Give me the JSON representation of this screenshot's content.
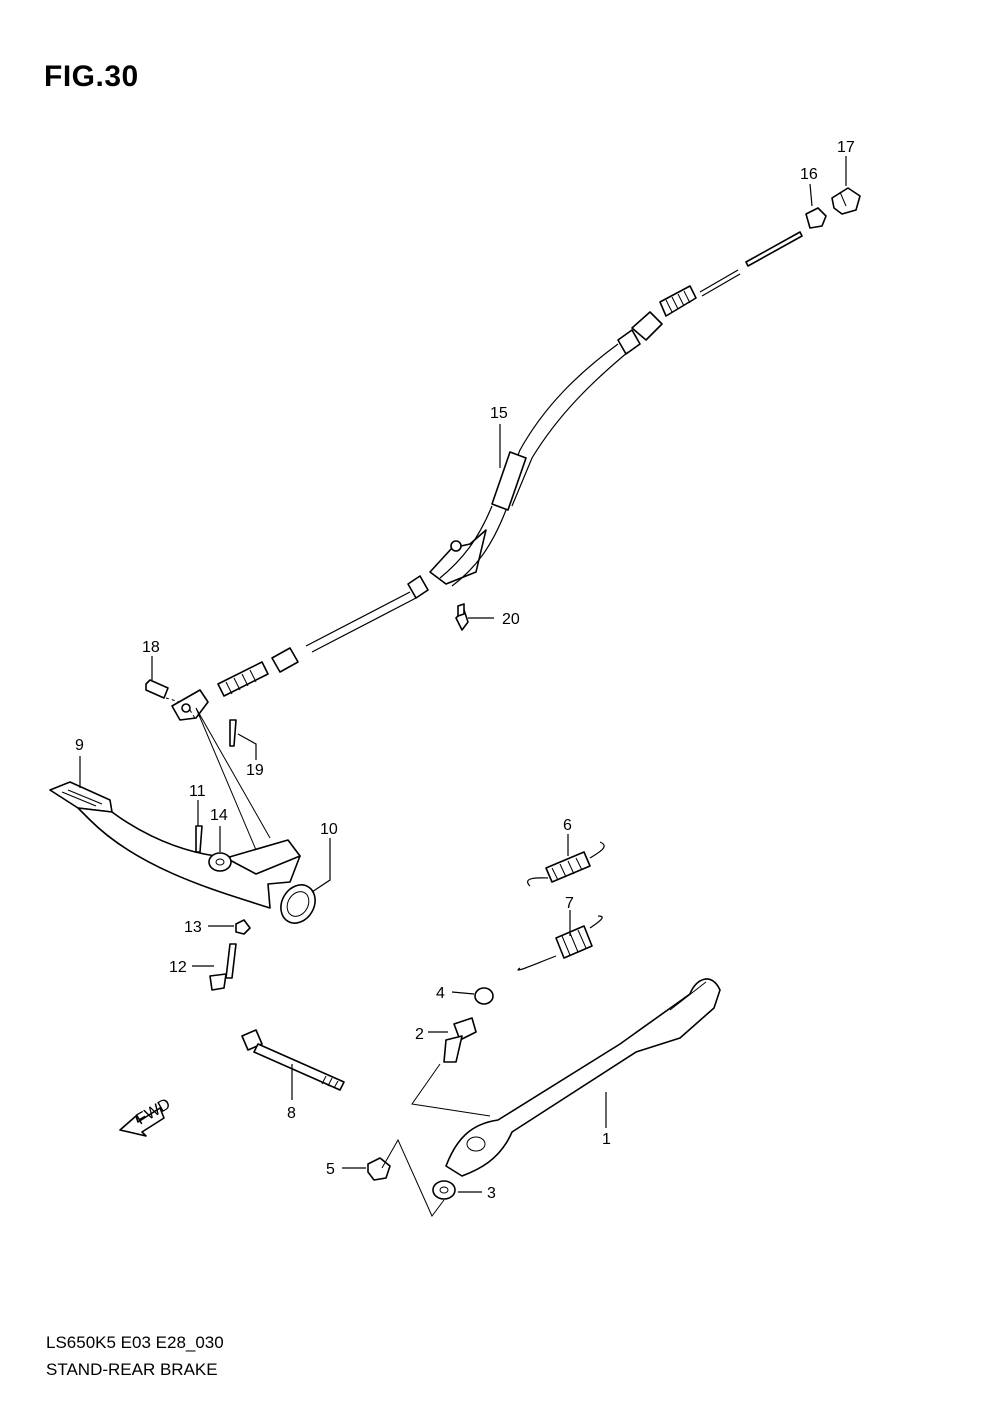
{
  "figure": {
    "title": "FIG.30"
  },
  "footer": {
    "code": "LS650K5 E03 E28_030",
    "name": "STAND-REAR BRAKE"
  },
  "fwd_label": "FWD",
  "callouts": [
    {
      "id": "c1",
      "text": "1"
    },
    {
      "id": "c2",
      "text": "2"
    },
    {
      "id": "c3",
      "text": "3"
    },
    {
      "id": "c4",
      "text": "4"
    },
    {
      "id": "c5",
      "text": "5"
    },
    {
      "id": "c6",
      "text": "6"
    },
    {
      "id": "c7",
      "text": "7"
    },
    {
      "id": "c8",
      "text": "8"
    },
    {
      "id": "c9",
      "text": "9"
    },
    {
      "id": "c10",
      "text": "10"
    },
    {
      "id": "c11",
      "text": "11"
    },
    {
      "id": "c12",
      "text": "12"
    },
    {
      "id": "c13",
      "text": "13"
    },
    {
      "id": "c14",
      "text": "14"
    },
    {
      "id": "c15",
      "text": "15"
    },
    {
      "id": "c16",
      "text": "16"
    },
    {
      "id": "c17",
      "text": "17"
    },
    {
      "id": "c18",
      "text": "18"
    },
    {
      "id": "c19",
      "text": "19"
    },
    {
      "id": "c20",
      "text": "20"
    }
  ]
}
